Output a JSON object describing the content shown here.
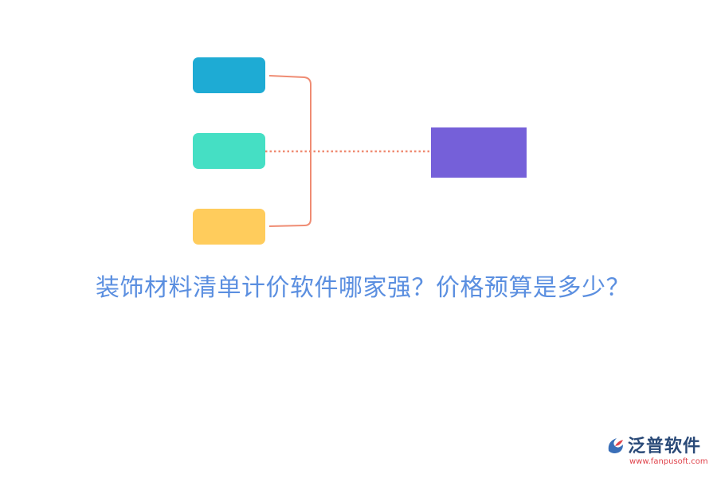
{
  "title": "装饰材料清单计价软件哪家强？价格预算是多少？",
  "logo": {
    "name": "泛普软件",
    "url": "www.fanpusoft.com"
  },
  "colors": {
    "node_blue": "#1eabd4",
    "node_green": "#45dfc4",
    "node_yellow": "#ffcc5c",
    "node_target": "#7560d9",
    "connector": "#ef8c73",
    "title": "#5b8fe0"
  }
}
